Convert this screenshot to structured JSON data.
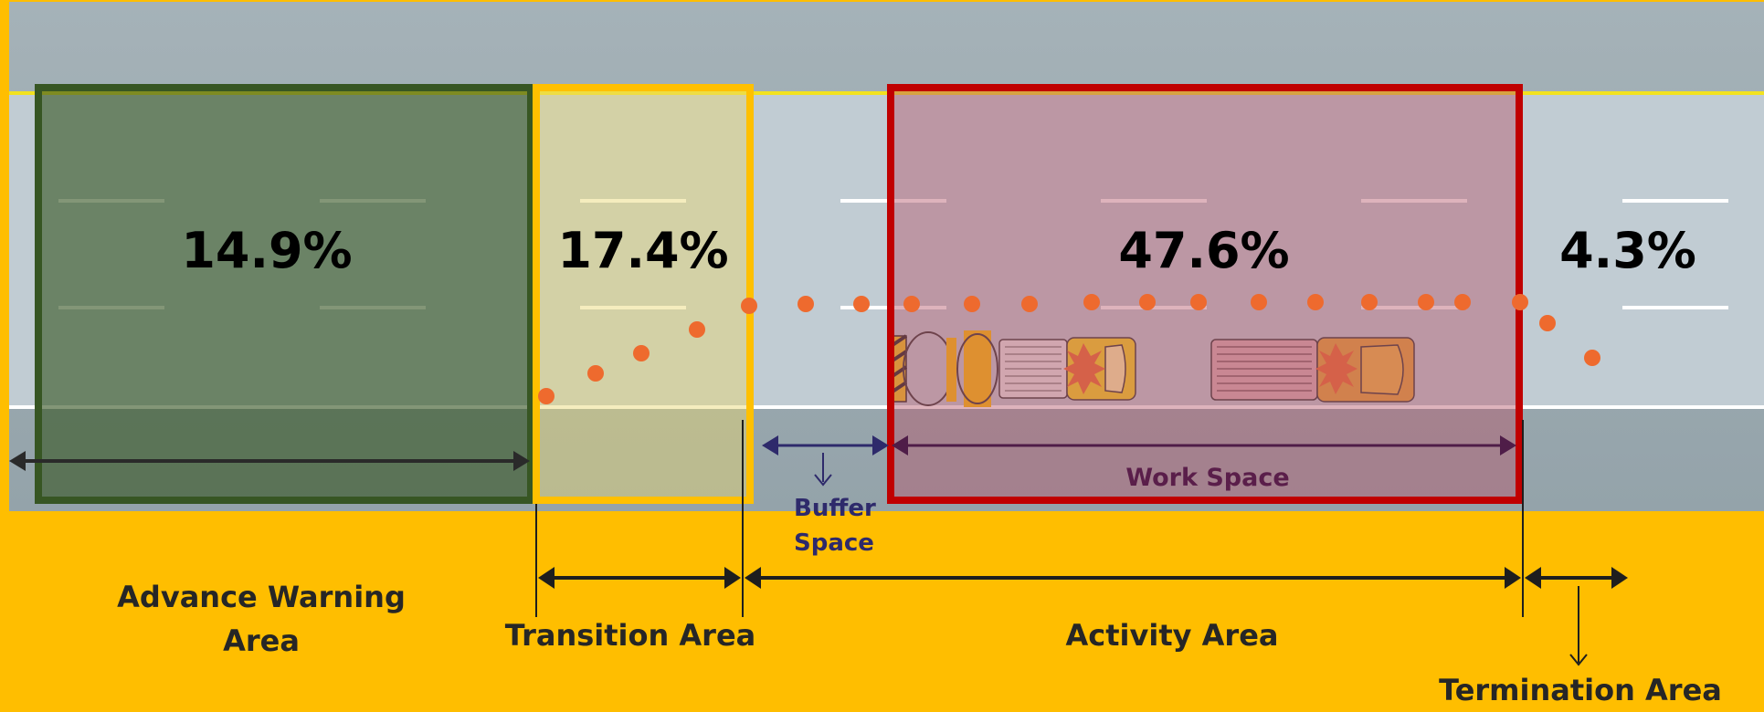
{
  "zones": {
    "advance_warning": {
      "percent": "14.9%",
      "label_line1": "Advance Warning",
      "label_line2": "Area"
    },
    "transition": {
      "percent": "17.4%",
      "label": "Transition Area"
    },
    "activity": {
      "percent": "47.6%",
      "label": "Activity Area"
    },
    "termination": {
      "percent": "4.3%",
      "label": "Termination Area"
    }
  },
  "sub_labels": {
    "buffer_line1": "Buffer",
    "buffer_line2": "Space",
    "work_space": "Work Space"
  },
  "colors": {
    "background": "#FFBE00",
    "shoulder": "#9BAAB1",
    "lane": "#C1CCD3",
    "advance_warning_border": "#375623",
    "transition_border": "#FFC000",
    "activity_border": "#C00000",
    "cone": "#EE6A2E",
    "buffer_arrow": "#2E2A6B",
    "work_space_arrow": "#4F1D48"
  }
}
